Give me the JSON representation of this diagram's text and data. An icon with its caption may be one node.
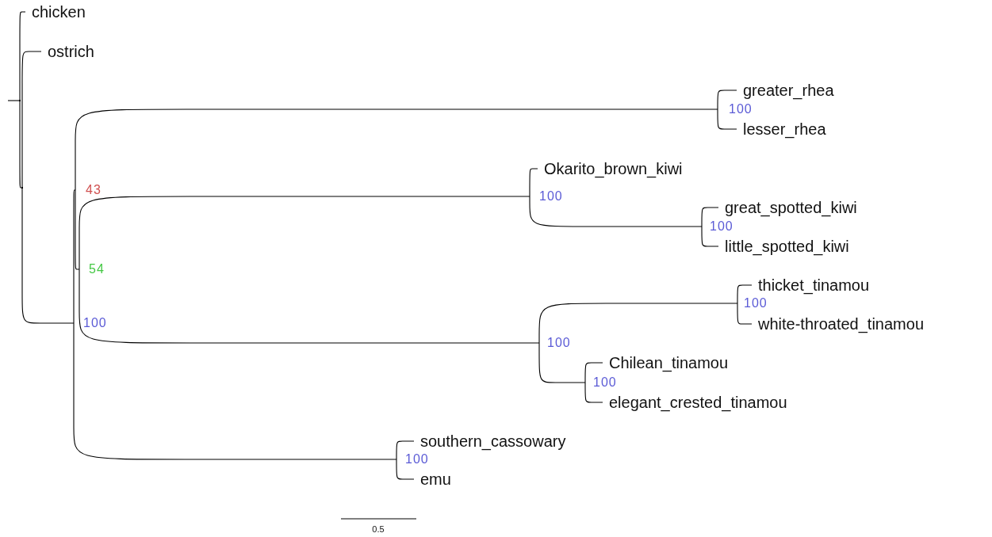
{
  "diagram": {
    "nodes": [
      {
        "text": [],
        "shape": "point"
      },
      {
        "text": [
          "chicken"
        ]
      },
      {
        "text": [],
        "shape": "point"
      },
      {
        "text": [
          "ostrich"
        ]
      },
      {
        "text": [
          "100"
        ]
      },
      {
        "text": [
          "43"
        ]
      },
      {
        "text": [
          "100"
        ]
      },
      {
        "text": [
          "greater_rhea"
        ]
      },
      {
        "text": [
          "lesser_rhea"
        ]
      },
      {
        "text": [
          "54"
        ]
      },
      {
        "text": [
          "100"
        ]
      },
      {
        "text": [
          "Okarito_brown_kiwi"
        ]
      },
      {
        "text": [
          "100"
        ]
      },
      {
        "text": [
          "great_spotted_kiwi"
        ]
      },
      {
        "text": [
          "little_spotted_kiwi"
        ]
      },
      {
        "text": [
          "100"
        ]
      },
      {
        "text": [
          "100"
        ]
      },
      {
        "text": [
          "thicket_tinamou"
        ]
      },
      {
        "text": [
          "white-throated_tinamou"
        ]
      },
      {
        "text": [
          "100"
        ]
      },
      {
        "text": [
          "Chilean_tinamou"
        ]
      },
      {
        "text": [
          "elegant_crested_tinamou"
        ]
      },
      {
        "text": [
          "100"
        ]
      },
      {
        "text": [
          "southern_cassowary"
        ]
      },
      {
        "text": [
          "emu"
        ]
      }
    ],
    "edges": [
      {
        "from": 0,
        "to": 1,
        "arrow": "none"
      },
      {
        "from": 0,
        "to": 2,
        "arrow": "none"
      },
      {
        "from": 2,
        "to": 3,
        "arrow": "none"
      },
      {
        "from": 2,
        "to": 4,
        "arrow": "none"
      },
      {
        "from": 4,
        "to": 5,
        "arrow": "none"
      },
      {
        "from": 4,
        "to": 22,
        "arrow": "none"
      },
      {
        "from": 5,
        "to": 6,
        "arrow": "none"
      },
      {
        "from": 5,
        "to": 9,
        "arrow": "none"
      },
      {
        "from": 6,
        "to": 7,
        "arrow": "none"
      },
      {
        "from": 6,
        "to": 8,
        "arrow": "none"
      },
      {
        "from": 9,
        "to": 10,
        "arrow": "none"
      },
      {
        "from": 9,
        "to": 15,
        "arrow": "none"
      },
      {
        "from": 10,
        "to": 11,
        "arrow": "none"
      },
      {
        "from": 10,
        "to": 12,
        "arrow": "none"
      },
      {
        "from": 12,
        "to": 13,
        "arrow": "none"
      },
      {
        "from": 12,
        "to": 14,
        "arrow": "none"
      },
      {
        "from": 15,
        "to": 16,
        "arrow": "none"
      },
      {
        "from": 15,
        "to": 19,
        "arrow": "none"
      },
      {
        "from": 16,
        "to": 17,
        "arrow": "none"
      },
      {
        "from": 16,
        "to": 18,
        "arrow": "none"
      },
      {
        "from": 19,
        "to": 20,
        "arrow": "none"
      },
      {
        "from": 19,
        "to": 21,
        "arrow": "none"
      },
      {
        "from": 22,
        "to": 23,
        "arrow": "none"
      },
      {
        "from": 22,
        "to": 24,
        "arrow": "none"
      }
    ],
    "labels": [
      "0.5"
    ]
  }
}
